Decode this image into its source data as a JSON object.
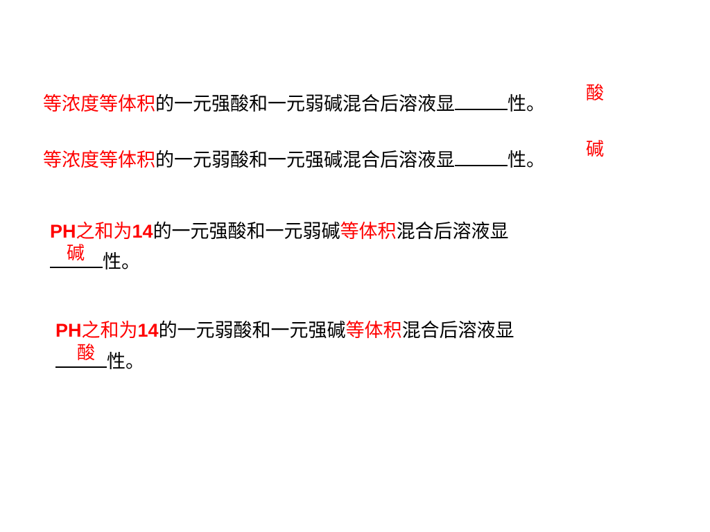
{
  "colors": {
    "text": "#000000",
    "highlight": "#ff0000",
    "background": "#ffffff"
  },
  "q1": {
    "hl": "等浓度等体积",
    "text": "的一元强酸和一元弱碱混合后溶液显",
    "tail": "性。",
    "answer": "酸"
  },
  "q2": {
    "hl": "等浓度等体积",
    "text": "的一元弱酸和一元强碱混合后溶液显",
    "tail": "性。",
    "answer": "碱"
  },
  "q3": {
    "prefix": "PH",
    "hl_mid": "之和为",
    "num": "14",
    "text": "的一元强酸和一元弱碱",
    "hl2": "等体积",
    "text2": "混合后溶液显",
    "tail": "性。",
    "answer": "碱"
  },
  "q4": {
    "prefix": "PH",
    "hl_mid": "之和为",
    "num": "14",
    "text": "的一元弱酸和一元强碱",
    "hl2": "等体积",
    "text2": "混合后溶液显",
    "tail": "性。",
    "answer": "酸"
  }
}
